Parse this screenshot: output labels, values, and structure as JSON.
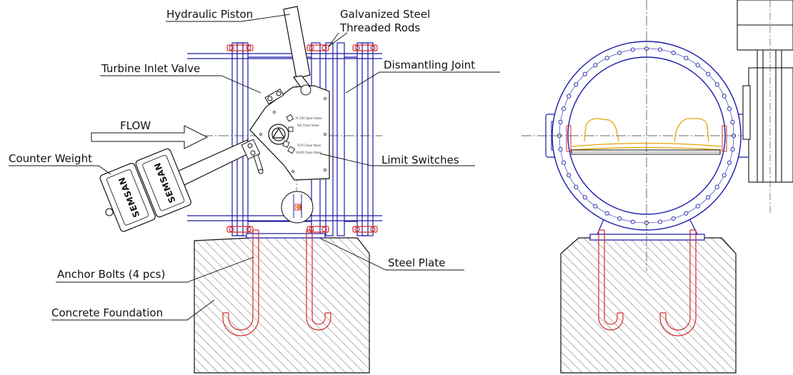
{
  "labels": {
    "hydraulic_piston": "Hydraulic Piston",
    "galvanized_line1": "Galvanized Steel",
    "galvanized_line2": "Threaded Rods",
    "turbine_inlet_valve": "Turbine Inlet Valve",
    "dismantling_joint": "Dismantling Joint",
    "flow": "FLOW",
    "counter_weight": "Counter Weight",
    "limit_switches": "Limit Switches",
    "anchor_bolts": "Anchor Bolts (4 pcs)",
    "steel_plate": "Steel Plate",
    "concrete_foundation": "Concrete Foundation"
  },
  "brand": "SEMSAN",
  "switch_text": {
    "s1": "% 100 Open Valve",
    "s2": "%0 Close Valve",
    "s3": "%70 Close Valve",
    "s4": "%100 Close Valve"
  },
  "colors": {
    "outline": "#1a1aa8",
    "anchor": "#d42a2a",
    "door": "#e8a400",
    "ink": "#111111"
  }
}
